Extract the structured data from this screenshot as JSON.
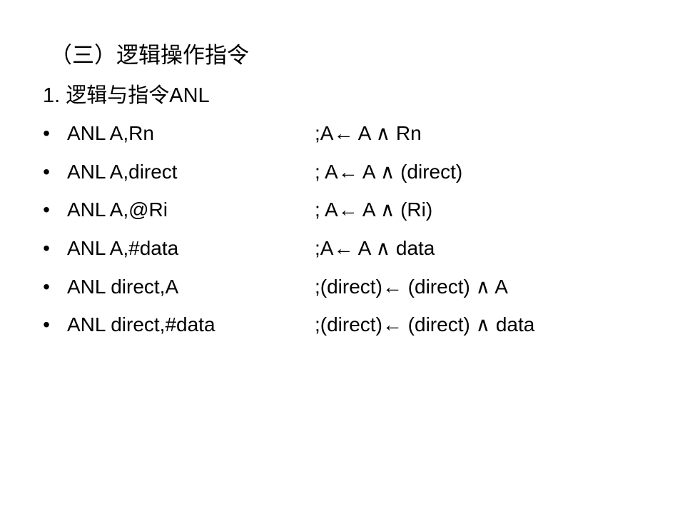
{
  "slide": {
    "section_title": "（三）逻辑操作指令",
    "subtitle": "1. 逻辑与指令ANL",
    "bullet_glyph": "•",
    "instructions": [
      {
        "code": "ANL  A,Rn",
        "comment": ";A← A ∧ Rn"
      },
      {
        "code": "ANL  A,direct",
        "comment": "; A← A ∧ (direct)"
      },
      {
        "code": "ANL  A,@Ri",
        "comment": "; A← A ∧ (Ri)"
      },
      {
        "code": "ANL  A,#data",
        "comment": ";A← A ∧ data"
      },
      {
        "code": "ANL  direct,A",
        "comment": ";(direct)← (direct) ∧ A"
      },
      {
        "code": "ANL  direct,#data",
        "comment": ";(direct)← (direct) ∧ data"
      }
    ]
  }
}
